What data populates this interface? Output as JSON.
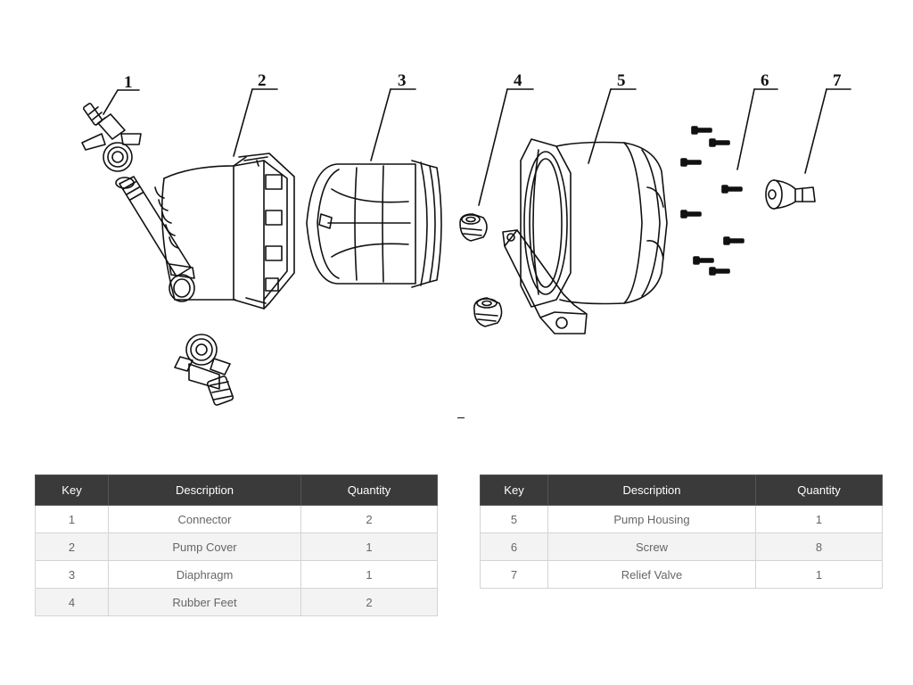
{
  "callouts": [
    "1",
    "2",
    "3",
    "4",
    "5",
    "6",
    "7"
  ],
  "tables": {
    "headers": {
      "key": "Key",
      "description": "Description",
      "quantity": "Quantity"
    },
    "left": [
      {
        "key": "1",
        "description": "Connector",
        "quantity": "2"
      },
      {
        "key": "2",
        "description": "Pump Cover",
        "quantity": "1"
      },
      {
        "key": "3",
        "description": "Diaphragm",
        "quantity": "1"
      },
      {
        "key": "4",
        "description": "Rubber Feet",
        "quantity": "2"
      }
    ],
    "right": [
      {
        "key": "5",
        "description": "Pump Housing",
        "quantity": "1"
      },
      {
        "key": "6",
        "description": "Screw",
        "quantity": "8"
      },
      {
        "key": "7",
        "description": "Relief Valve",
        "quantity": "1"
      }
    ]
  }
}
